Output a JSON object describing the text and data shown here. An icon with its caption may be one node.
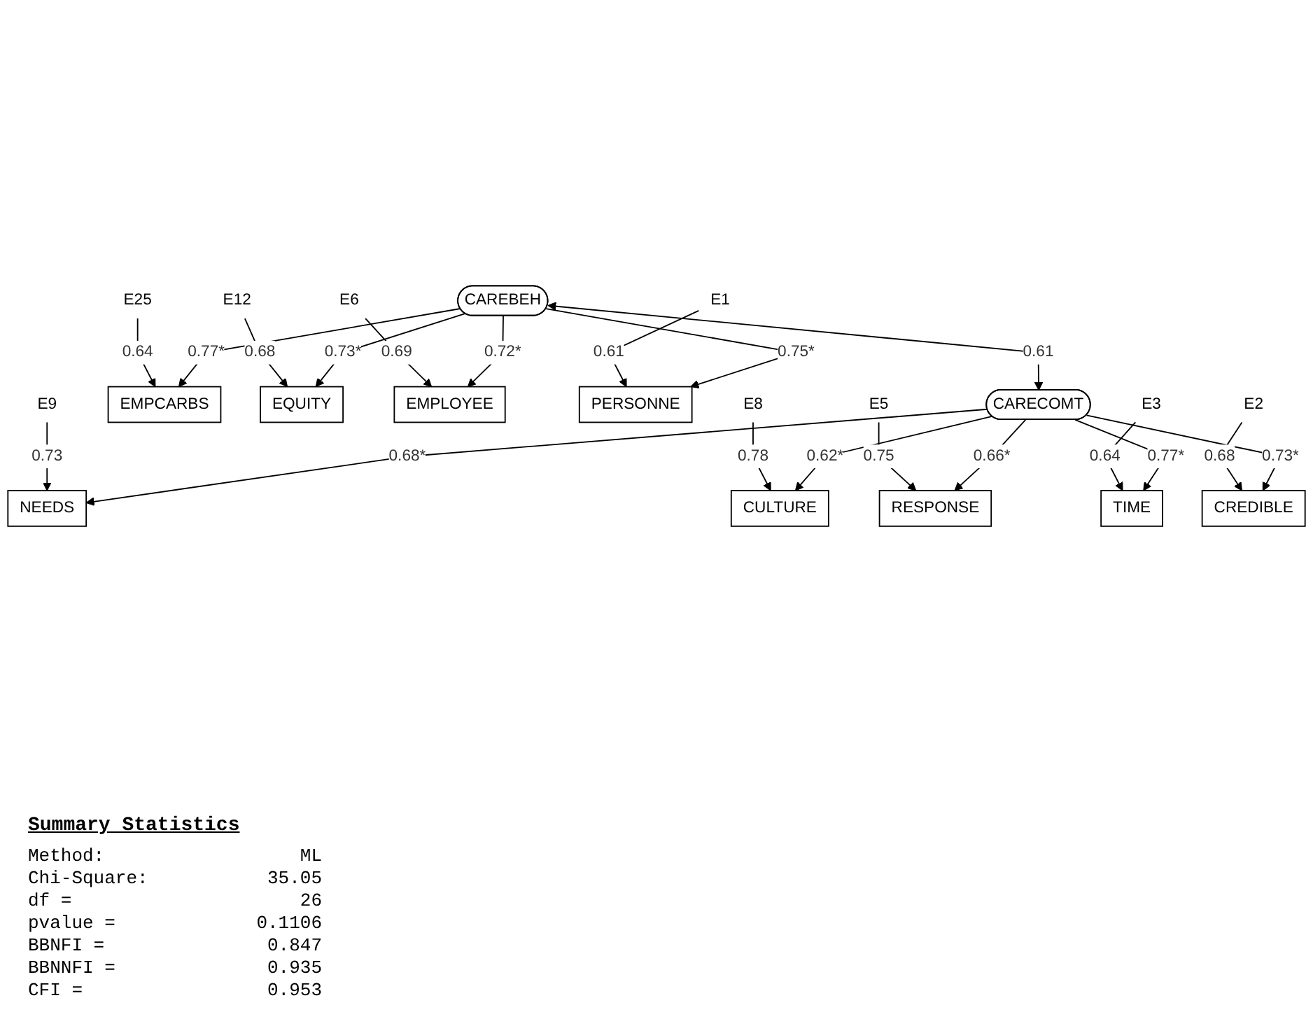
{
  "diagram": {
    "title": "Summary Statistics",
    "nodes": [
      {
        "text": [
          "CAREBEH"
        ]
      },
      {
        "text": [
          "CARECOMT"
        ]
      },
      {
        "text": [
          "EMPCARBS"
        ]
      },
      {
        "text": [
          "EQUITY"
        ]
      },
      {
        "text": [
          "EMPLOYEE"
        ]
      },
      {
        "text": [
          "PERSONNE"
        ]
      },
      {
        "text": [
          "NEEDS"
        ]
      },
      {
        "text": [
          "CULTURE"
        ]
      },
      {
        "text": [
          "RESPONSE"
        ]
      },
      {
        "text": [
          "TIME"
        ]
      },
      {
        "text": [
          "CREDIBLE"
        ]
      },
      {
        "text": [
          "E25"
        ]
      },
      {
        "text": [
          "E12"
        ]
      },
      {
        "text": [
          "E6"
        ]
      },
      {
        "text": [
          "E1"
        ]
      },
      {
        "text": [
          "E9"
        ]
      },
      {
        "text": [
          "E8"
        ]
      },
      {
        "text": [
          "E5"
        ]
      },
      {
        "text": [
          "E3"
        ]
      },
      {
        "text": [
          "E2"
        ]
      }
    ],
    "edges": [
      {
        "from": 0,
        "to": 1,
        "arrow": "both",
        "label": "0.61"
      },
      {
        "from": 0,
        "to": 2,
        "arrow": "to",
        "label": "0.77*"
      },
      {
        "from": 0,
        "to": 3,
        "arrow": "to",
        "label": "0.73*"
      },
      {
        "from": 0,
        "to": 4,
        "arrow": "to",
        "label": "0.72*"
      },
      {
        "from": 0,
        "to": 5,
        "arrow": "to",
        "label": "0.75*"
      },
      {
        "from": 1,
        "to": 6,
        "arrow": "to",
        "label": "0.68*"
      },
      {
        "from": 1,
        "to": 7,
        "arrow": "to",
        "label": "0.62*"
      },
      {
        "from": 1,
        "to": 8,
        "arrow": "to",
        "label": "0.66*"
      },
      {
        "from": 1,
        "to": 9,
        "arrow": "to",
        "label": "0.77*"
      },
      {
        "from": 1,
        "to": 10,
        "arrow": "to",
        "label": "0.73*"
      },
      {
        "from": 11,
        "to": 2,
        "arrow": "to",
        "label": "0.64"
      },
      {
        "from": 12,
        "to": 3,
        "arrow": "to",
        "label": "0.68"
      },
      {
        "from": 13,
        "to": 4,
        "arrow": "to",
        "label": "0.69"
      },
      {
        "from": 14,
        "to": 5,
        "arrow": "to",
        "label": "0.61"
      },
      {
        "from": 15,
        "to": 6,
        "arrow": "to",
        "label": "0.73"
      },
      {
        "from": 16,
        "to": 7,
        "arrow": "to",
        "label": "0.78"
      },
      {
        "from": 17,
        "to": 8,
        "arrow": "to",
        "label": "0.75"
      },
      {
        "from": 18,
        "to": 9,
        "arrow": "to",
        "label": "0.64"
      },
      {
        "from": 19,
        "to": 10,
        "arrow": "to",
        "label": "0.68"
      }
    ],
    "labels": [
      "Method:",
      "ML",
      "Chi-Square:",
      "35.05",
      "df =",
      "26",
      "pvalue =",
      "0.1106",
      "BBNFI =",
      "0.847",
      "BBNNFI =",
      "0.935",
      "CFI =",
      "0.953"
    ]
  }
}
